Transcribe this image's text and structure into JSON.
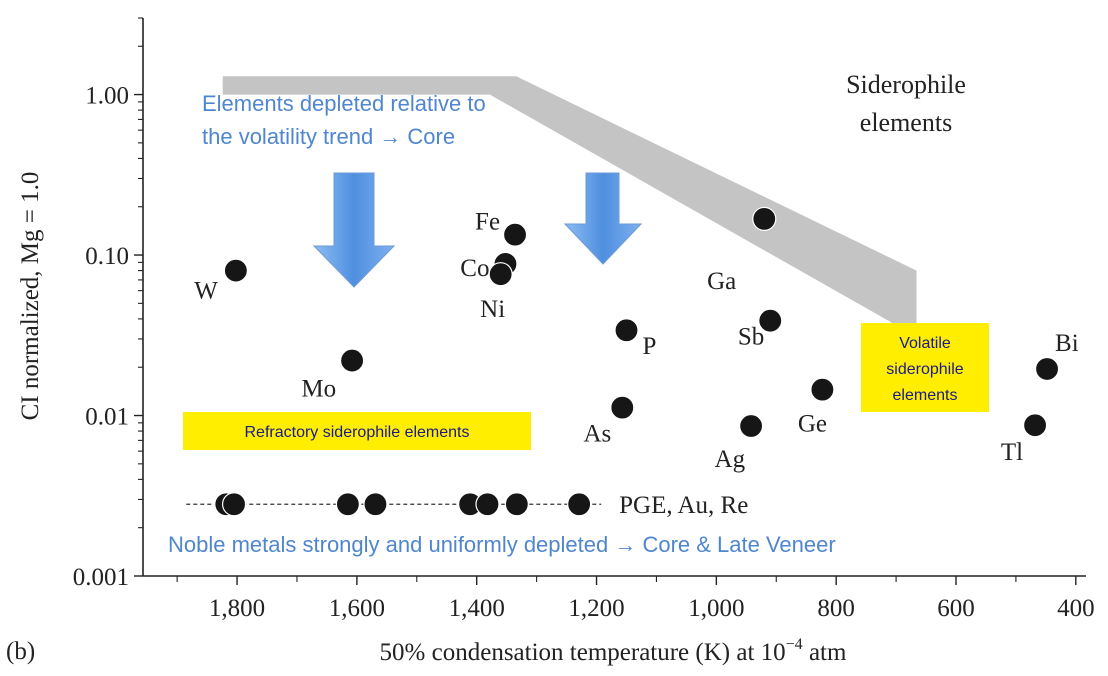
{
  "chart_data": {
    "type": "scatter",
    "panel_label": "(b)",
    "xlabel": "50% condensation temperature (K) at 10",
    "xlabel_exp": "−4",
    "xlabel_suffix": " atm",
    "ylabel": "CI normalized, Mg = 1.0",
    "x_reversed": true,
    "y_scale": "log",
    "xlim": [
      1957,
      383
    ],
    "ylim": [
      0.001,
      3.0
    ],
    "x_ticks": [
      {
        "value": 1800,
        "label": "1,800"
      },
      {
        "value": 1600,
        "label": "1,600"
      },
      {
        "value": 1400,
        "label": "1,400"
      },
      {
        "value": 1200,
        "label": "1,200"
      },
      {
        "value": 1000,
        "label": "1,000"
      },
      {
        "value": 800,
        "label": "800"
      },
      {
        "value": 600,
        "label": "600"
      },
      {
        "value": 400,
        "label": "400"
      }
    ],
    "y_ticks": [
      {
        "value": 1.0,
        "label": "1.00"
      },
      {
        "value": 0.1,
        "label": "0.10"
      },
      {
        "value": 0.01,
        "label": "0.01"
      },
      {
        "value": 0.001,
        "label": "0.001"
      }
    ],
    "points": [
      {
        "element": "W",
        "x": 1802,
        "y": 0.08
      },
      {
        "element": "Mo",
        "x": 1608,
        "y": 0.022
      },
      {
        "element": "Fe",
        "x": 1336,
        "y": 0.134
      },
      {
        "element": "Co",
        "x": 1352,
        "y": 0.088
      },
      {
        "element": "Ni",
        "x": 1360,
        "y": 0.076
      },
      {
        "element": "P",
        "x": 1150,
        "y": 0.034
      },
      {
        "element": "As",
        "x": 1157,
        "y": 0.0112
      },
      {
        "element": "Ga",
        "x": 920,
        "y": 0.168
      },
      {
        "element": "Sb",
        "x": 910,
        "y": 0.039
      },
      {
        "element": "Ag",
        "x": 942,
        "y": 0.0086
      },
      {
        "element": "Ge",
        "x": 823,
        "y": 0.0145
      },
      {
        "element": "Bi",
        "x": 448,
        "y": 0.0195
      },
      {
        "element": "Tl",
        "x": 468,
        "y": 0.0087
      }
    ],
    "pge_series": {
      "label": "PGE, Au, Re",
      "y": 0.0028,
      "x": [
        1818,
        1805,
        1615,
        1569,
        1411,
        1382,
        1333,
        1229
      ]
    },
    "siderophile_band": {
      "label_line1": "Siderophile",
      "label_line2": "elements",
      "upper": [
        [
          1824,
          1.3
        ],
        [
          1334,
          1.3
        ],
        [
          666,
          0.08
        ]
      ],
      "lower": [
        [
          666,
          0.031
        ],
        [
          1378,
          1.0
        ],
        [
          1824,
          1.0
        ]
      ]
    },
    "annotations": {
      "depleted_line1": "Elements depleted relative to",
      "depleted_line2": "the volatility trend → Core",
      "noble": "Noble metals strongly and uniformly depleted → Core & Late Veneer",
      "refractory": "Refractory siderophile elements",
      "volatile_line1": "Volatile",
      "volatile_line2": "siderophile",
      "volatile_line3": "elements"
    },
    "colors": {
      "annotation_blue": "#4f86cf",
      "highlight_yellow": "#ffee00",
      "highlight_text": "#1a1a8c",
      "band_gray": "#c4c4c4",
      "point": "#161616",
      "arrow_blue": "#6aa2e6"
    }
  }
}
